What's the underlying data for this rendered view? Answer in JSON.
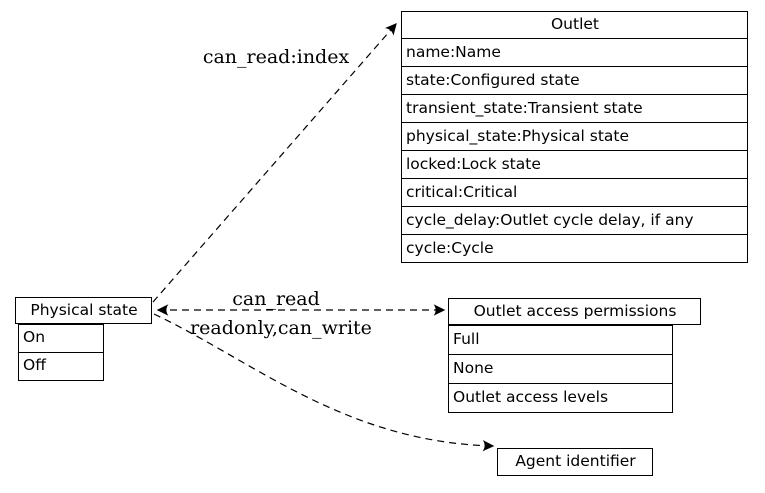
{
  "canvas": {
    "background": "#ffffff",
    "line_color": "#000000",
    "text_color": "#000000"
  },
  "nodes": {
    "outlet": {
      "title": "Outlet",
      "rows": [
        "name:Name",
        "state:Configured state",
        "transient_state:Transient state",
        "physical_state:Physical state",
        "locked:Lock state",
        "critical:Critical",
        "cycle_delay:Outlet cycle delay, if any",
        "cycle:Cycle"
      ]
    },
    "physical_state": {
      "title": "Physical state",
      "rows": [
        "On",
        "Off"
      ]
    },
    "outlet_access_permissions": {
      "title": "Outlet access permissions",
      "rows": [
        "Full",
        "None",
        "Outlet access levels"
      ]
    },
    "agent_identifier": {
      "title": "Agent identifier"
    }
  },
  "edges": [
    {
      "from": "physical_state",
      "to": "outlet",
      "label": "can_read:index",
      "style": "dashed",
      "direction": "forward"
    },
    {
      "from": "physical_state",
      "to": "outlet_access_permissions",
      "label": "can_read",
      "style": "dashed",
      "direction": "both"
    },
    {
      "from": "physical_state",
      "to": "agent_identifier",
      "label": "readonly,can_write",
      "style": "dashed",
      "direction": "forward"
    }
  ]
}
